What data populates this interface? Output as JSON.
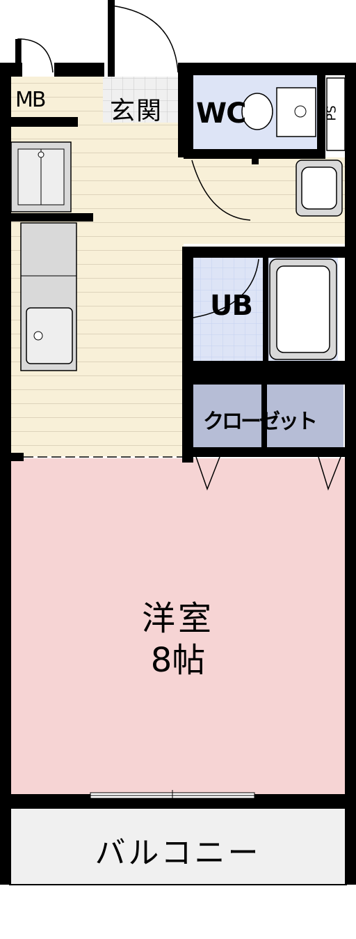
{
  "rooms": {
    "genkan": "玄関",
    "mb": "MB",
    "wc": "WC",
    "ps": "PS",
    "ub": "UB",
    "closet": "クローゼット",
    "western_room": "洋室",
    "western_room_size": "8帖",
    "balcony": "バルコニー"
  },
  "colors": {
    "wall": "#000000",
    "floor_wood": "#f8f0d8",
    "floor_lines": "#d8cfb8",
    "genkan_tile": "#eeeeee",
    "wet_area": "#dde4f6",
    "bath_grid": "#c4d0f0",
    "closet": "#b6bdd6",
    "western_room": "#f6d4d4",
    "balcony": "#f0f0f0",
    "fixture": "#d9d9d9"
  }
}
